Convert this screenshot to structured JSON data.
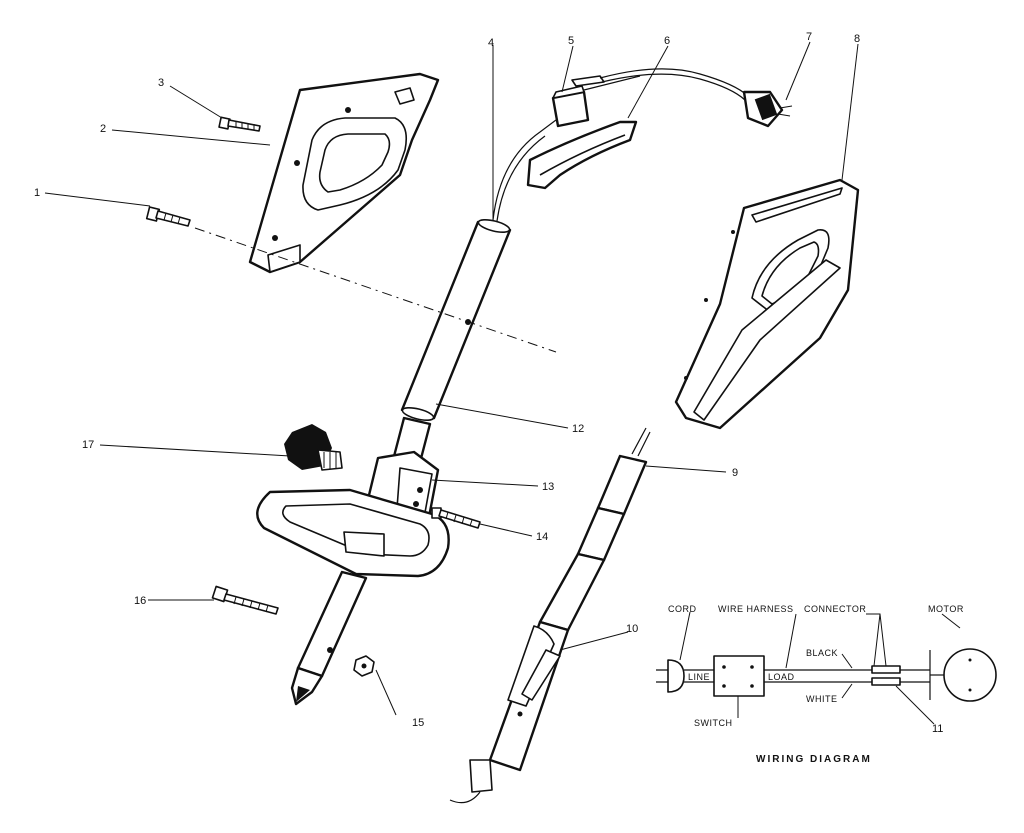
{
  "diagram": {
    "callouts": [
      "1",
      "2",
      "3",
      "4",
      "5",
      "6",
      "7",
      "8",
      "9",
      "10",
      "11",
      "12",
      "13",
      "14",
      "15",
      "16",
      "17"
    ],
    "wiring": {
      "title": "WIRING DIAGRAM",
      "cord": "CORD",
      "wire_harness": "WIRE HARNESS",
      "connector": "CONNECTOR",
      "motor": "MOTOR",
      "black": "BLACK",
      "white": "WHITE",
      "switch": "SWITCH",
      "line": "LINE",
      "load": "LOAD"
    }
  }
}
